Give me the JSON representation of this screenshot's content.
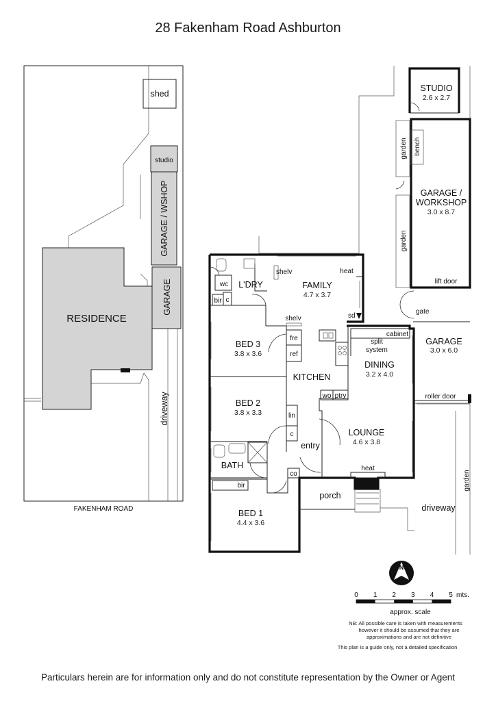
{
  "title": "28 Fakenham Road Ashburton",
  "footer": "Particulars herein are for information only and do not constitute representation by the Owner or Agent",
  "site_plan": {
    "shed": "shed",
    "studio": "studio",
    "garage_wshop": "GARAGE / WSHOP",
    "garage": "GARAGE",
    "residence": "RESIDENCE",
    "driveway": "driveway",
    "street": "FAKENHAM ROAD"
  },
  "floor_plan": {
    "studio": {
      "name": "STUDIO",
      "dim": "2.6 x 2.7"
    },
    "garden_top": "garden",
    "bench": "bench",
    "garage_workshop": {
      "line1": "GARAGE /",
      "line2": "WORKSHOP",
      "dim": "3.0 x 8.7"
    },
    "garden_mid": "garden",
    "lift_door": "lift door",
    "gate": "gate",
    "garage": {
      "name": "GARAGE",
      "dim": "3.0 x 6.0"
    },
    "roller_door": "roller door",
    "garden_right": "garden",
    "driveway": "driveway",
    "wc": "wc",
    "laundry": "L'DRY",
    "bir_top": "bir",
    "c_top": "c",
    "shelv_top": "shelv",
    "family": {
      "name": "FAMILY",
      "dim": "4.7 x 3.7"
    },
    "heat_top": "heat",
    "sd": "sd",
    "shelv_mid": "shelv",
    "fre": "fre",
    "ref": "ref",
    "cabinet": "cabinet",
    "split_system": {
      "line1": "split",
      "line2": "system"
    },
    "bed3": {
      "name": "BED 3",
      "dim": "3.8 x 3.6"
    },
    "dining": {
      "name": "DINING",
      "dim": "3.2 x 4.0"
    },
    "kitchen": "KITCHEN",
    "wo": "wo",
    "ptry": "ptry",
    "bed2": {
      "name": "BED 2",
      "dim": "3.8 x 3.3"
    },
    "lin": "lin",
    "c_mid": "c",
    "lounge": {
      "name": "LOUNGE",
      "dim": "4.6 x 3.8"
    },
    "entry": "entry",
    "bath": "BATH",
    "co": "co",
    "heat_bottom": "heat",
    "bir_bottom": "bir",
    "porch": "porch",
    "bed1": {
      "name": "BED 1",
      "dim": "4.4 x 3.6"
    }
  },
  "compass": "N",
  "scale": {
    "ticks": [
      "0",
      "1",
      "2",
      "3",
      "4",
      "5"
    ],
    "unit": "mts.",
    "label": "approx. scale"
  },
  "notes": {
    "nb_line1": "NB:  All possible care is taken with measurements",
    "nb_line2": "however it should be assumed that they are",
    "nb_line3": "approximations and are not definitive",
    "guide": "This plan is a guide only, not a detailed specification"
  }
}
